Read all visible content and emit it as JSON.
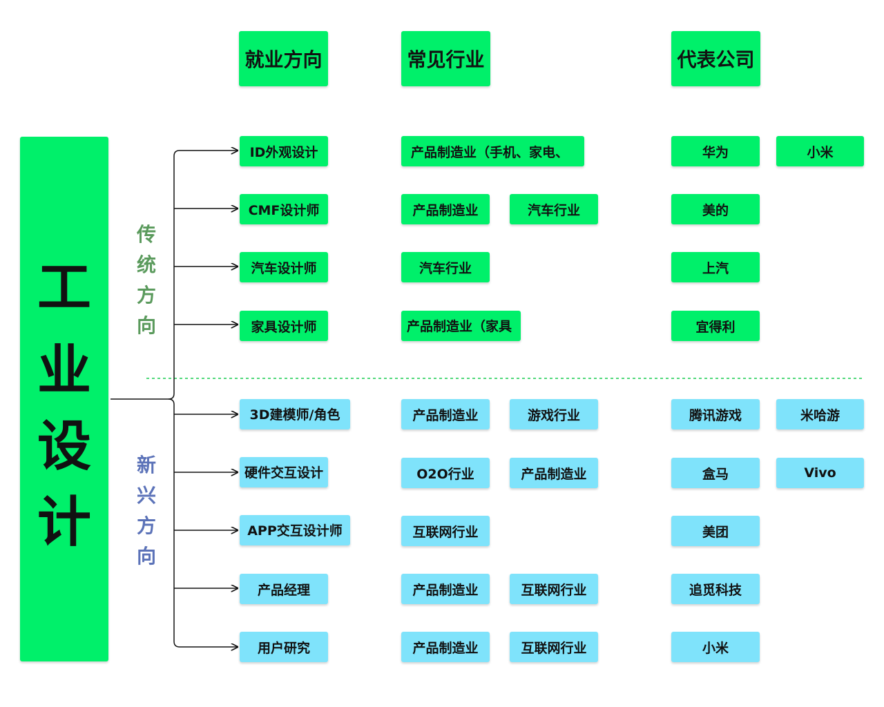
{
  "title_chars": [
    "工",
    "业",
    "设",
    "计"
  ],
  "headers": {
    "direction": "就业方向",
    "industry": "常见行业",
    "company": "代表公司"
  },
  "groups": {
    "traditional": [
      "传",
      "统",
      "方",
      "向"
    ],
    "emerging": [
      "新",
      "兴",
      "方",
      "向"
    ]
  },
  "rows": [
    {
      "direction": "ID外观设计",
      "industries": [
        "产品制造业（手机、家电、"
      ],
      "companies": [
        "华为",
        "小米"
      ]
    },
    {
      "direction": "CMF设计师",
      "industries": [
        "产品制造业",
        "汽车行业"
      ],
      "companies": [
        "美的"
      ]
    },
    {
      "direction": "汽车设计师",
      "industries": [
        "汽车行业"
      ],
      "companies": [
        "上汽"
      ]
    },
    {
      "direction": "家具设计师",
      "industries": [
        "产品制造业（家具"
      ],
      "companies": [
        "宜得利"
      ]
    },
    {
      "direction": "3D建模师/角色",
      "industries": [
        "产品制造业",
        "游戏行业"
      ],
      "companies": [
        "腾讯游戏",
        "米哈游"
      ]
    },
    {
      "direction": "硬件交互设计",
      "industries": [
        "O2O行业",
        "产品制造业"
      ],
      "companies": [
        "盒马",
        "Vivo"
      ]
    },
    {
      "direction": "APP交互设计师",
      "industries": [
        "互联网行业"
      ],
      "companies": [
        "美团"
      ]
    },
    {
      "direction": "产品经理",
      "industries": [
        "产品制造业",
        "互联网行业"
      ],
      "companies": [
        "追觅科技"
      ]
    },
    {
      "direction": "用户研究",
      "industries": [
        "产品制造业",
        "互联网行业"
      ],
      "companies": [
        "小米"
      ]
    }
  ],
  "colors": {
    "traditional_box": "#00f06a",
    "emerging_box": "#7fe3fb",
    "divider": "#4fd87a",
    "traditional_text": "#5a9a5c",
    "emerging_text": "#5b72b8"
  }
}
